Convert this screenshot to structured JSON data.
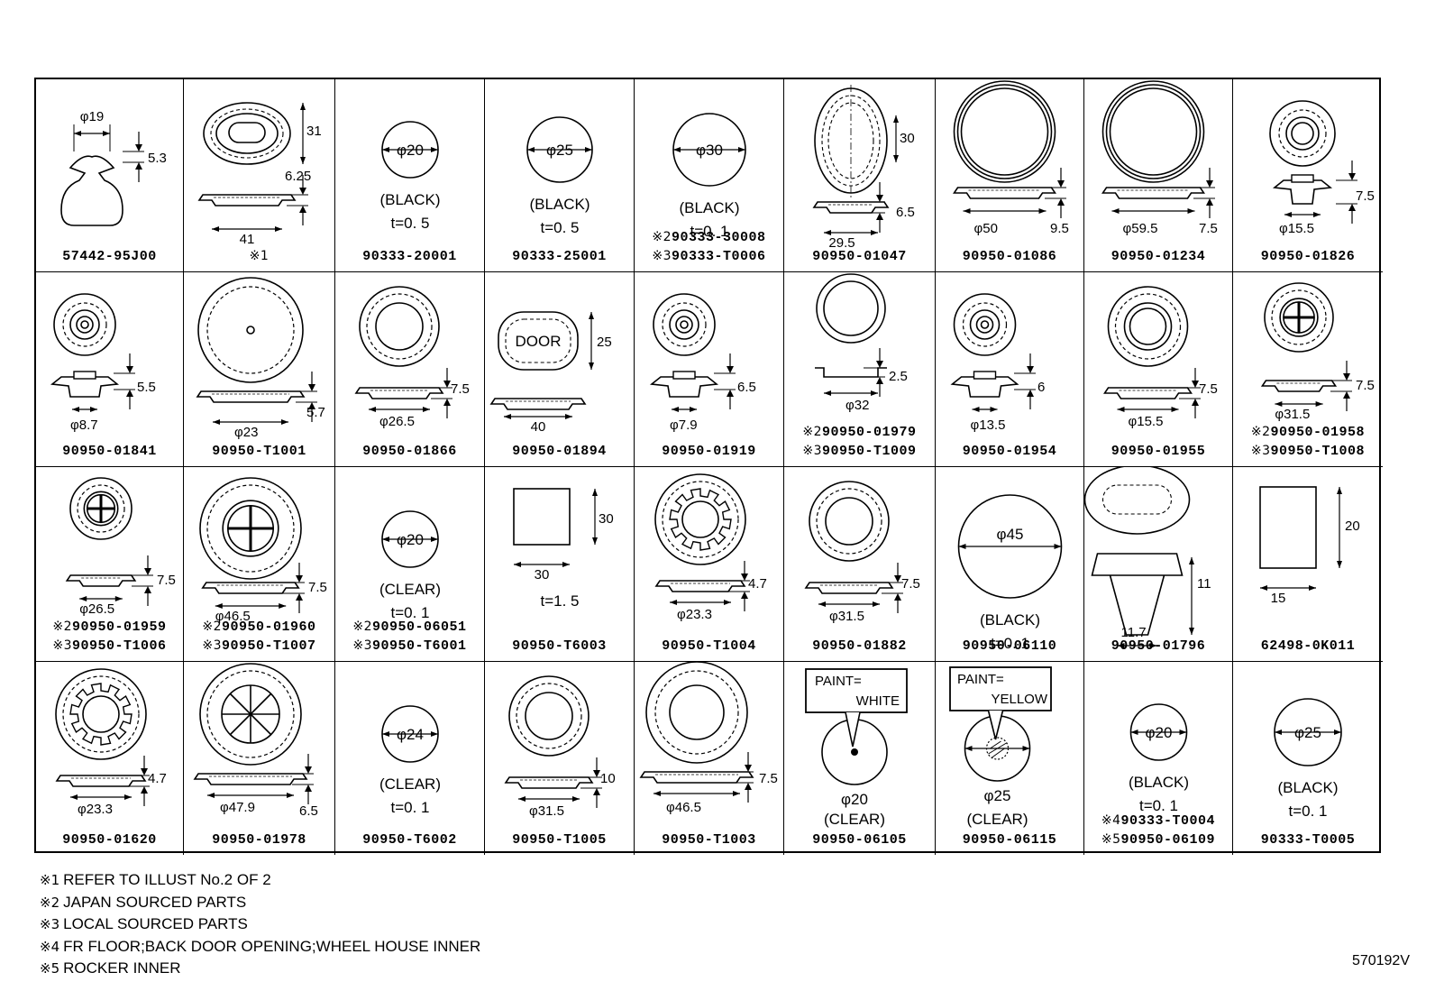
{
  "cells": [
    {
      "kind": "clip",
      "dims": [
        "φ19",
        "5.3"
      ],
      "part_lines": [
        {
          "mark": "",
          "pn": "57442-95J00"
        }
      ]
    },
    {
      "kind": "oval_grommet",
      "dims": [
        "31",
        "6.25",
        "41"
      ],
      "part_lines": [
        {
          "mark": "※1",
          "pn": ""
        }
      ]
    },
    {
      "kind": "disc",
      "dims": [
        "φ20"
      ],
      "notes": [
        "(BLACK)",
        "t=0. 5"
      ],
      "part_lines": [
        {
          "mark": "",
          "pn": "90333-20001"
        }
      ]
    },
    {
      "kind": "disc",
      "dims": [
        "φ25"
      ],
      "notes": [
        "(BLACK)",
        "t=0. 5"
      ],
      "part_lines": [
        {
          "mark": "",
          "pn": "90333-25001"
        }
      ]
    },
    {
      "kind": "disc",
      "dims": [
        "φ30"
      ],
      "notes": [
        "(BLACK)",
        "t=0. 1"
      ],
      "part_lines": [
        {
          "mark": "※2",
          "pn": "90333-30008"
        },
        {
          "mark": "※3",
          "pn": "90333-T0006"
        }
      ]
    },
    {
      "kind": "vertical_oval",
      "dims": [
        "30",
        "6.5",
        "29.5"
      ],
      "part_lines": [
        {
          "mark": "",
          "pn": "90950-01047"
        }
      ]
    },
    {
      "kind": "big_ring",
      "dims": [
        "φ50",
        "9.5"
      ],
      "part_lines": [
        {
          "mark": "",
          "pn": "90950-01086"
        }
      ]
    },
    {
      "kind": "big_ring",
      "dims": [
        "φ59.5",
        "7.5"
      ],
      "part_lines": [
        {
          "mark": "",
          "pn": "90950-01234"
        }
      ]
    },
    {
      "kind": "ring_small",
      "dims": [
        "7.5",
        "φ15.5"
      ],
      "part_lines": [
        {
          "mark": "",
          "pn": "90950-01826"
        }
      ]
    },
    {
      "kind": "target",
      "dims": [
        "5.5",
        "φ8.7"
      ],
      "part_lines": [
        {
          "mark": "",
          "pn": "90950-01841"
        }
      ]
    },
    {
      "kind": "dot_disc",
      "dims": [
        "5.7",
        "φ23"
      ],
      "part_lines": [
        {
          "mark": "",
          "pn": "90950-T1001"
        }
      ]
    },
    {
      "kind": "ring",
      "dims": [
        "7.5",
        "φ26.5"
      ],
      "part_lines": [
        {
          "mark": "",
          "pn": "90950-01866"
        }
      ]
    },
    {
      "kind": "door",
      "dims": [
        "25",
        "40"
      ],
      "label": "DOOR",
      "part_lines": [
        {
          "mark": "",
          "pn": "90950-01894"
        }
      ]
    },
    {
      "kind": "target",
      "dims": [
        "6.5",
        "φ7.9"
      ],
      "part_lines": [
        {
          "mark": "",
          "pn": "90950-01919"
        }
      ]
    },
    {
      "kind": "ring_flange",
      "dims": [
        "2.5",
        "φ32"
      ],
      "part_lines": [
        {
          "mark": "※2",
          "pn": "90950-01979"
        },
        {
          "mark": "※3",
          "pn": "90950-T1009"
        }
      ]
    },
    {
      "kind": "target",
      "dims": [
        "6",
        "φ13.5"
      ],
      "part_lines": [
        {
          "mark": "",
          "pn": "90950-01954"
        }
      ]
    },
    {
      "kind": "ring",
      "dims": [
        "7.5",
        "φ15.5"
      ],
      "part_lines": [
        {
          "mark": "",
          "pn": "90950-01955"
        }
      ]
    },
    {
      "kind": "cross",
      "dims": [
        "7.5",
        "φ31.5"
      ],
      "part_lines": [
        {
          "mark": "※2",
          "pn": "90950-01958"
        },
        {
          "mark": "※3",
          "pn": "90950-T1008"
        }
      ]
    },
    {
      "kind": "cross",
      "dims": [
        "7.5",
        "φ26.5"
      ],
      "part_lines": [
        {
          "mark": "※2",
          "pn": "90950-01959"
        },
        {
          "mark": "※3",
          "pn": "90950-T1006"
        }
      ]
    },
    {
      "kind": "cross",
      "dims": [
        "7.5",
        "φ46.5"
      ],
      "part_lines": [
        {
          "mark": "※2",
          "pn": "90950-01960"
        },
        {
          "mark": "※3",
          "pn": "90950-T1007"
        }
      ]
    },
    {
      "kind": "disc",
      "dims": [
        "φ20"
      ],
      "notes": [
        "(CLEAR)",
        "t=0. 1"
      ],
      "part_lines": [
        {
          "mark": "※2",
          "pn": "90950-06051"
        },
        {
          "mark": "※3",
          "pn": "90950-T6001"
        }
      ]
    },
    {
      "kind": "square",
      "dims": [
        "30",
        "30"
      ],
      "notes": [
        "t=1. 5"
      ],
      "part_lines": [
        {
          "mark": "",
          "pn": "90950-T6003"
        }
      ]
    },
    {
      "kind": "gear",
      "dims": [
        "4.7",
        "φ23.3"
      ],
      "part_lines": [
        {
          "mark": "",
          "pn": "90950-T1004"
        }
      ]
    },
    {
      "kind": "ring",
      "dims": [
        "7.5",
        "φ31.5"
      ],
      "part_lines": [
        {
          "mark": "",
          "pn": "90950-01882"
        }
      ]
    },
    {
      "kind": "disc",
      "dims": [
        "φ45"
      ],
      "notes": [
        "(BLACK)",
        "t=0. 1"
      ],
      "part_lines": [
        {
          "mark": "",
          "pn": "90950-06110"
        }
      ]
    },
    {
      "kind": "plug",
      "dims": [
        "11",
        "11.7"
      ],
      "part_lines": [
        {
          "mark": "",
          "pn": "90950-01796"
        }
      ]
    },
    {
      "kind": "rect",
      "dims": [
        "20",
        "15"
      ],
      "part_lines": [
        {
          "mark": "",
          "pn": "62498-0K011"
        }
      ]
    },
    {
      "kind": "gear",
      "dims": [
        "4.7",
        "φ23.3"
      ],
      "part_lines": [
        {
          "mark": "",
          "pn": "90950-01620"
        }
      ]
    },
    {
      "kind": "spokes",
      "dims": [
        "φ47.9",
        "6.5"
      ],
      "part_lines": [
        {
          "mark": "",
          "pn": "90950-01978"
        }
      ]
    },
    {
      "kind": "disc",
      "dims": [
        "φ24"
      ],
      "notes": [
        "(CLEAR)",
        "t=0. 1"
      ],
      "part_lines": [
        {
          "mark": "",
          "pn": "90950-T6002"
        }
      ]
    },
    {
      "kind": "ring",
      "dims": [
        "10",
        "φ31.5"
      ],
      "part_lines": [
        {
          "mark": "",
          "pn": "90950-T1005"
        }
      ]
    },
    {
      "kind": "ring_large",
      "dims": [
        "7.5",
        "φ46.5"
      ],
      "part_lines": [
        {
          "mark": "",
          "pn": "90950-T1003"
        }
      ]
    },
    {
      "kind": "paint",
      "paint_lines": [
        "PAINT=",
        "WHITE"
      ],
      "dims": [
        "φ20"
      ],
      "notes": [
        "(CLEAR)"
      ],
      "part_lines": [
        {
          "mark": "",
          "pn": "90950-06105"
        }
      ]
    },
    {
      "kind": "paint_hatch",
      "paint_lines": [
        "PAINT=",
        "YELLOW"
      ],
      "dims": [
        "φ25"
      ],
      "notes": [
        "(CLEAR)"
      ],
      "part_lines": [
        {
          "mark": "",
          "pn": "90950-06115"
        }
      ]
    },
    {
      "kind": "disc",
      "dims": [
        "φ20"
      ],
      "notes": [
        "(BLACK)",
        "t=0. 1"
      ],
      "part_lines": [
        {
          "mark": "※4",
          "pn": "90333-T0004"
        },
        {
          "mark": "※5",
          "pn": "90950-06109"
        }
      ]
    },
    {
      "kind": "disc",
      "dims": [
        "φ25"
      ],
      "notes": [
        "(BLACK)",
        "t=0. 1"
      ],
      "part_lines": [
        {
          "mark": "",
          "pn": "90333-T0005"
        }
      ]
    }
  ],
  "footnotes": [
    {
      "mark": "※1",
      "text": "REFER TO ILLUST No.2 OF 2"
    },
    {
      "mark": "※2",
      "text": "JAPAN SOURCED PARTS"
    },
    {
      "mark": "※3",
      "text": "LOCAL SOURCED PARTS"
    },
    {
      "mark": "※4",
      "text": "FR FLOOR;BACK DOOR OPENING;WHEEL HOUSE INNER"
    },
    {
      "mark": "※5",
      "text": "ROCKER INNER"
    }
  ],
  "figure_id": "570192V"
}
